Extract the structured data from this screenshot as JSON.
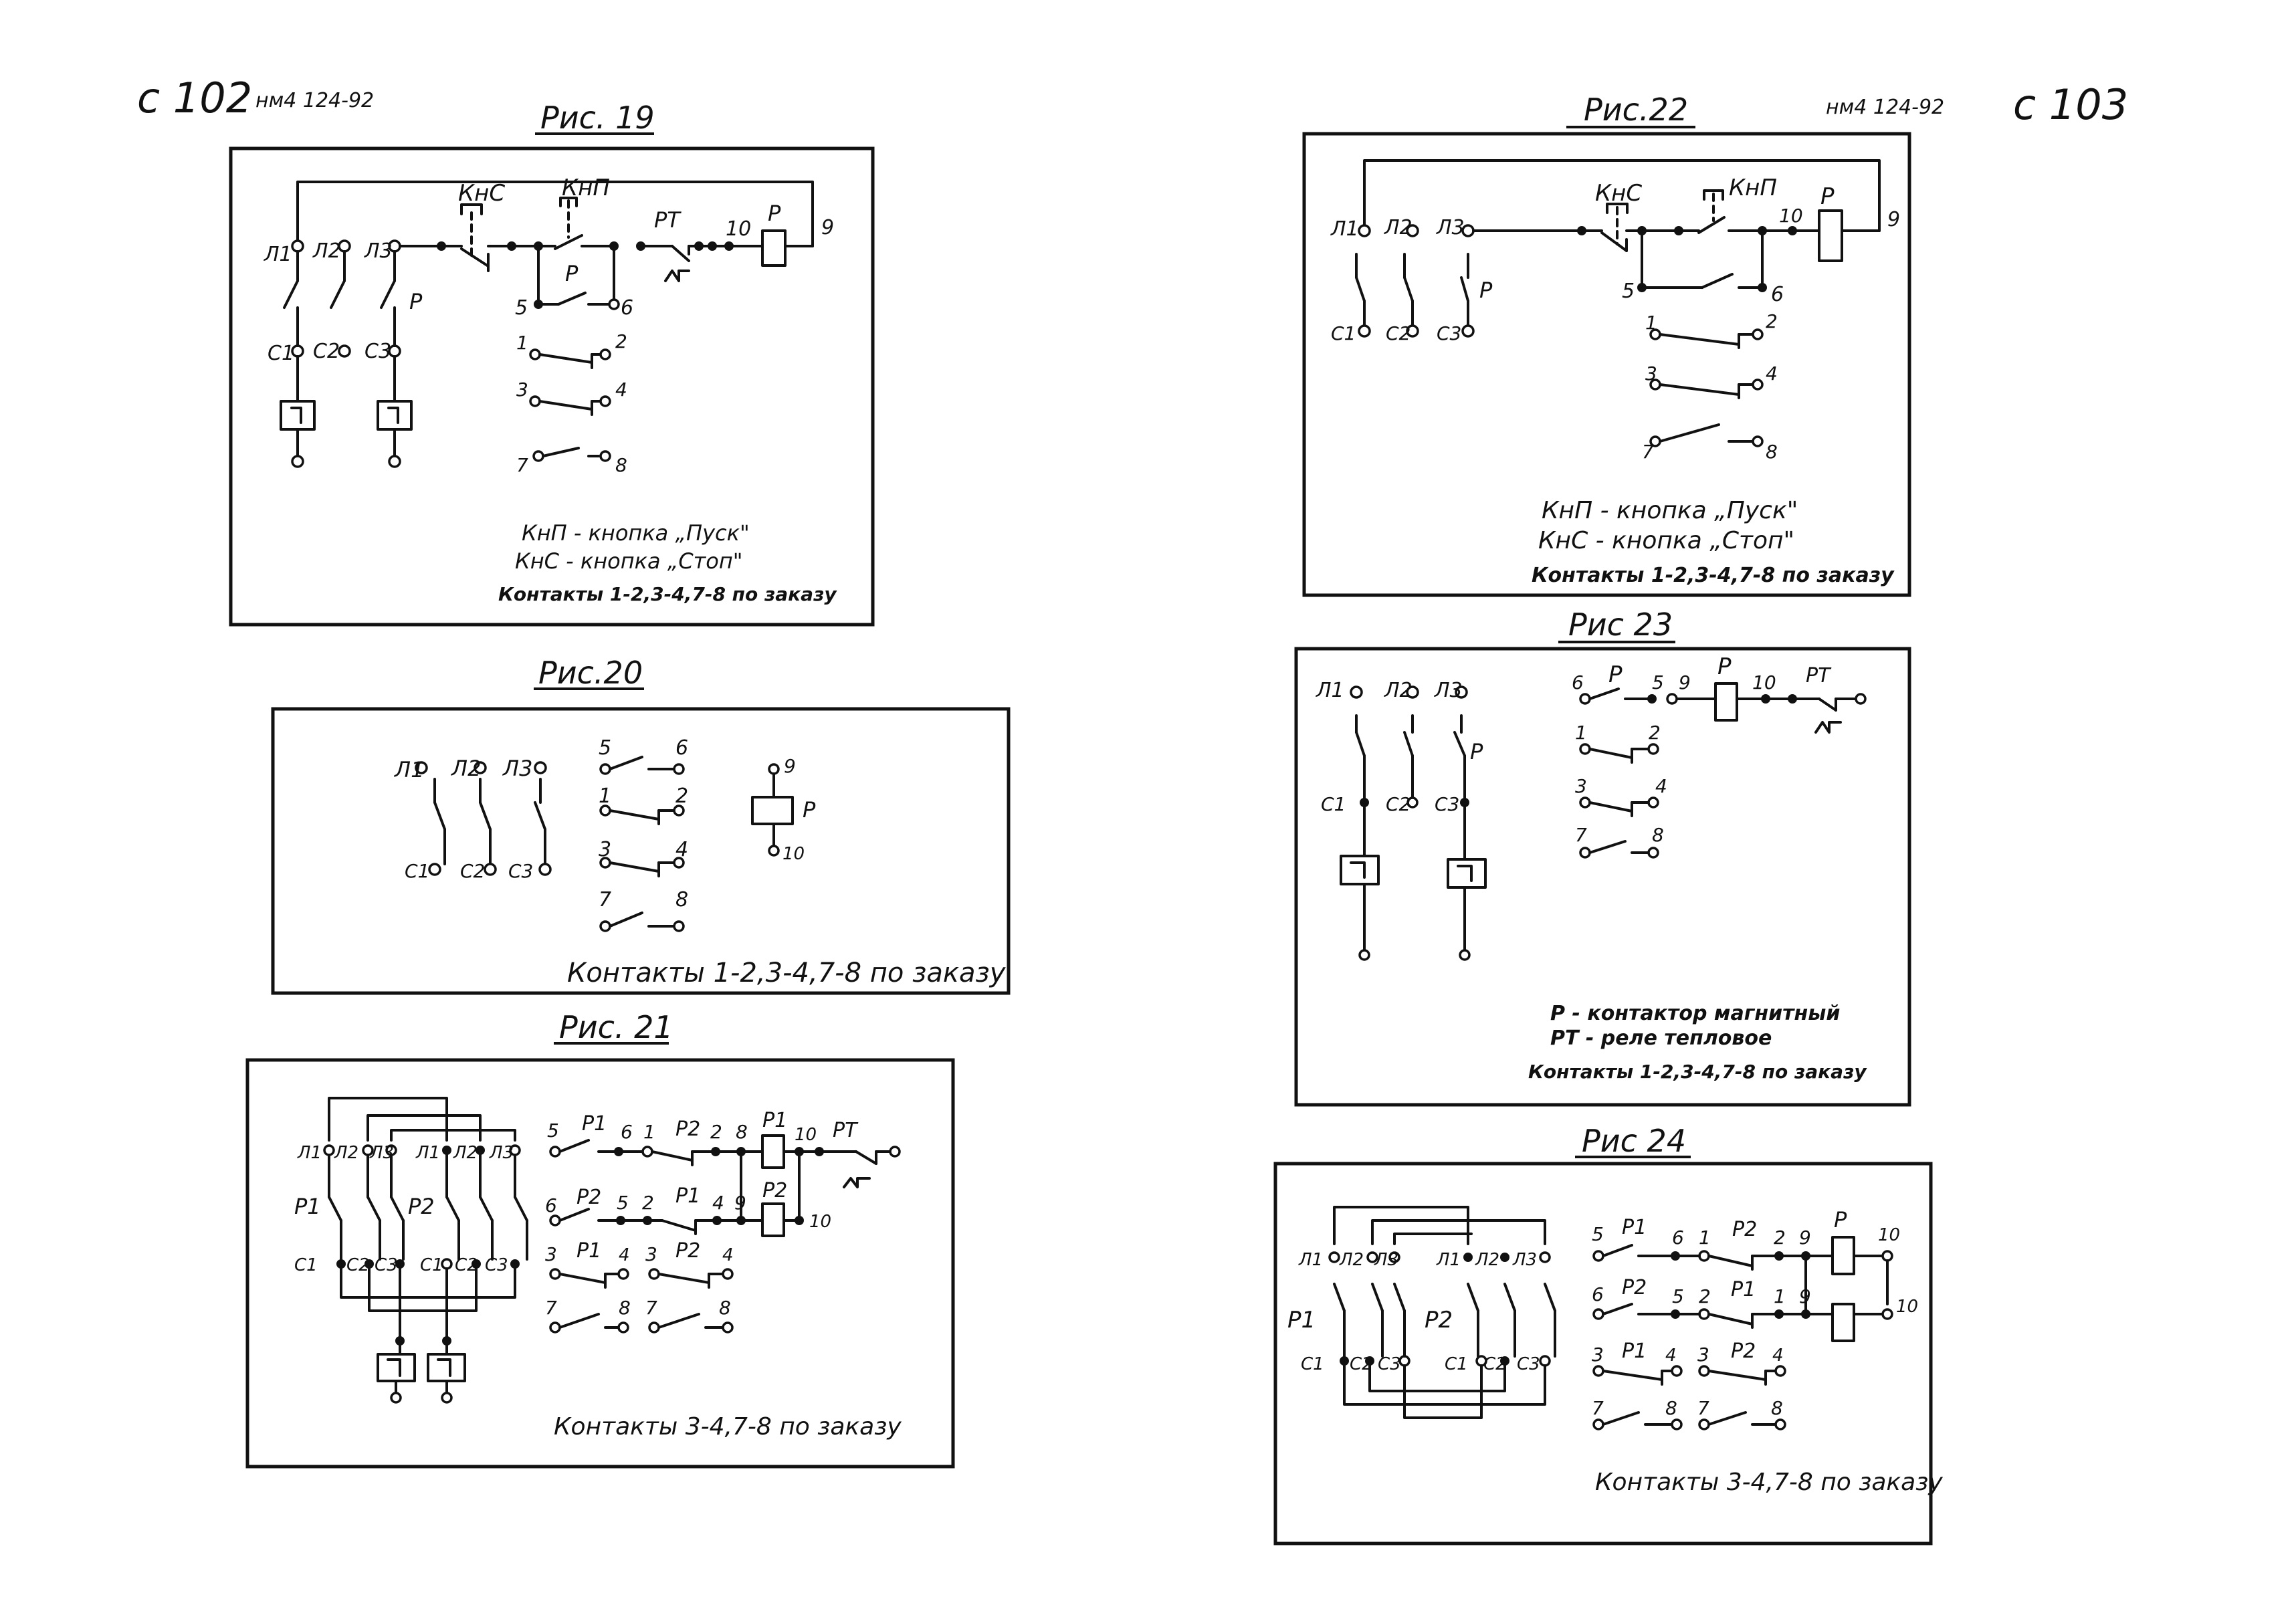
{
  "header": {
    "page_left": "с 102",
    "page_right": "с 103",
    "code_left": "нм4 124-92",
    "code_right": "нм4 124-92"
  },
  "fig19": {
    "title": "Рис. 19",
    "labels": {
      "ks": "КнС",
      "kp": "КнП",
      "rt": "РТ",
      "p": "Р",
      "p2": "Р",
      "p3": "Р",
      "t10": "10",
      "t9": "9",
      "t5": "5",
      "t6": "6",
      "t1": "1",
      "t2": "2",
      "t3": "3",
      "t4": "4",
      "t7": "7",
      "t8": "8",
      "l1": "Л1",
      "l2": "Л2",
      "l3": "Л3",
      "c1": "С1",
      "c2": "С2",
      "c3": "С3"
    },
    "note1": "КнП - кнопка „Пуск\"",
    "note2": "КнС - кнопка „Стоп\"",
    "note3": "Контакты 1-2,3-4,7-8 по заказу"
  },
  "fig20": {
    "title": "Рис.20",
    "labels": {
      "l1": "Л1",
      "l2": "Л2",
      "l3": "Л3",
      "c1": "С1",
      "c2": "С2",
      "c3": "С3",
      "t5": "5",
      "t6": "6",
      "t1": "1",
      "t2": "2",
      "t3": "3",
      "t4": "4",
      "t7": "7",
      "t8": "8",
      "t9": "9",
      "t10": "10",
      "p": "Р"
    },
    "note": "Контакты 1-2,3-4,7-8 по заказу"
  },
  "fig21": {
    "title": "Рис. 21",
    "labels": {
      "l1a": "Л1",
      "l2a": "Л2",
      "l3a": "Л3",
      "l1b": "Л1",
      "l2b": "Л2",
      "l3b": "Л3",
      "c1a": "С1",
      "c2a": "С2",
      "c3a": "С3",
      "c1b": "С1",
      "c2b": "С2",
      "c3b": "С3",
      "p1": "Р1",
      "p2": "Р2",
      "r1_5": "5",
      "r1_p1": "Р1",
      "r1_6": "6",
      "r1_1": "1",
      "r1_p2": "Р2",
      "r1_2": "2",
      "r1_8": "8",
      "r1_coil": "Р1",
      "r1_10": "10",
      "r1_rt": "РТ",
      "r2_6": "6",
      "r2_p2": "Р2",
      "r2_5": "5",
      "r2_2": "2",
      "r2_p1": "Р1",
      "r2_4": "4",
      "r2_9": "9",
      "r2_coil": "Р2",
      "r2_10": "10",
      "r3_3": "3",
      "r3_p1": "Р1",
      "r3_4": "4",
      "r3_3b": "3",
      "r3_p2": "Р2",
      "r3_4b": "4",
      "r4_7": "7",
      "r4_8": "8",
      "r4_7b": "7",
      "r4_8b": "8"
    },
    "note": "Контакты 3-4,7-8 по заказу"
  },
  "fig22": {
    "title": "Рис.22",
    "labels": {
      "ks": "КнС",
      "kp": "КнП",
      "p": "Р",
      "t10": "10",
      "t9": "9",
      "t5": "5",
      "t6": "6",
      "t1": "1",
      "t2": "2",
      "t3": "3",
      "t4": "4",
      "t7": "7",
      "t8": "8",
      "l1": "Л1",
      "l2": "Л2",
      "l3": "Л3",
      "c1": "С1",
      "c2": "С2",
      "c3": "С3",
      "p2": "Р"
    },
    "note1": "КнП - кнопка „Пуск\"",
    "note2": "КнС - кнопка „Стоп\"",
    "note3": "Контакты 1-2,3-4,7-8 по заказу"
  },
  "fig23": {
    "title": "Рис 23",
    "labels": {
      "l1": "Л1",
      "l2": "Л2",
      "l3": "Л3",
      "c1": "С1",
      "c2": "С2",
      "c3": "С3",
      "p": "Р",
      "t6": "6",
      "tp": "Р",
      "t5": "5",
      "t9": "9",
      "coil": "Р",
      "t10": "10",
      "rt": "РТ",
      "t1": "1",
      "t2": "2",
      "t3": "3",
      "t4": "4",
      "t7": "7",
      "t8": "8"
    },
    "note1": "Р - контактор магнитный",
    "note2": "РТ - реле тепловое",
    "note3": "Контакты 1-2,3-4,7-8 по заказу"
  },
  "fig24": {
    "title": "Рис 24",
    "labels": {
      "l1a": "Л1",
      "l2a": "Л2",
      "l3a": "Л3",
      "l1b": "Л1",
      "l2b": "Л2",
      "l3b": "Л3",
      "c1a": "С1",
      "c2a": "С2",
      "c3a": "С3",
      "c1b": "С1",
      "c2b": "С2",
      "c3b": "С3",
      "p1": "Р1",
      "p2": "Р2",
      "r1_5": "5",
      "r1_p1": "Р1",
      "r1_6": "6",
      "r1_1": "1",
      "r1_p2": "Р2",
      "r1_2": "2",
      "r1_9": "9",
      "r1_coil": "Р",
      "r1_10": "10",
      "r2_6": "6",
      "r2_p2": "Р2",
      "r2_5": "5",
      "r2_2": "2",
      "r2_p1": "Р1",
      "r2_1": "1",
      "r2_9": "9",
      "r2_10": "10",
      "r3_3": "3",
      "r3_p1": "Р1",
      "r3_4": "4",
      "r3_3b": "3",
      "r3_p2": "Р2",
      "r3_4b": "4",
      "r4_7": "7",
      "r4_8": "8",
      "r4_7b": "7",
      "r4_8b": "8"
    },
    "note": "Контакты 3-4,7-8 по заказу"
  }
}
